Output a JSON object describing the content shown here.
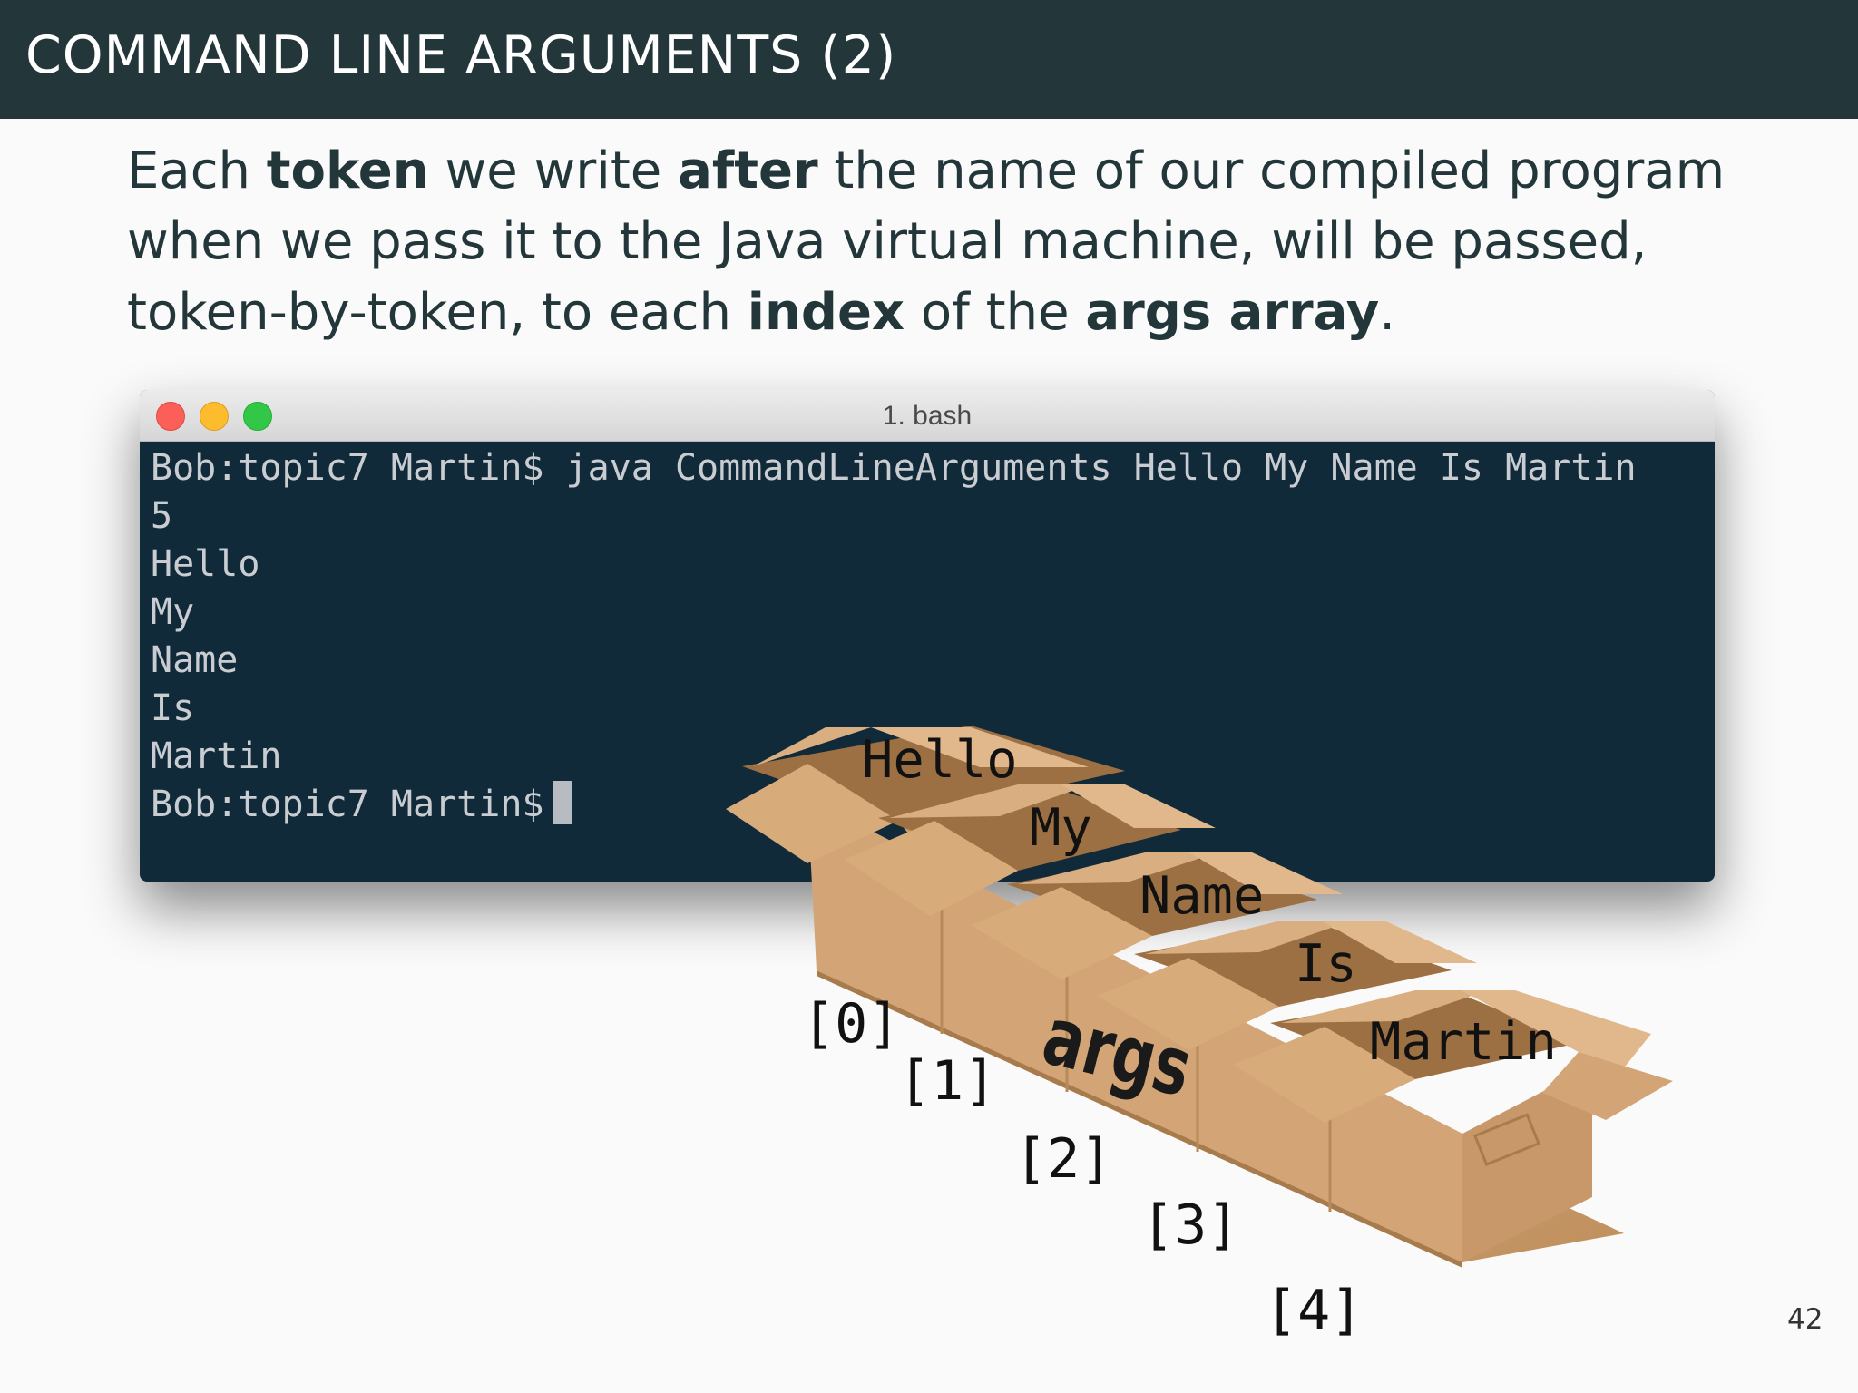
{
  "slide": {
    "title": "COMMAND LINE ARGUMENTS (2)",
    "paragraph": {
      "line1": {
        "t1": "Each ",
        "b1": "token",
        "t2": " we write ",
        "b2": "after",
        "t3": " the name of our compiled program"
      },
      "line2": {
        "t1": "when we pass it to the Java virtual machine, will be passed,"
      },
      "line3": {
        "t1": "token-by-token, to each ",
        "b1": "index",
        "t2": " of the ",
        "b2": "args array",
        "t3": "."
      }
    },
    "page_number": "42"
  },
  "terminal": {
    "title": "1. bash",
    "lines": [
      "Bob:topic7 Martin$ java CommandLineArguments Hello My Name Is Martin",
      "5",
      "Hello",
      "My",
      "Name",
      "Is",
      "Martin",
      "Bob:topic7 Martin$"
    ]
  },
  "array_diagram": {
    "name": "args",
    "values": [
      "Hello",
      "My",
      "Name",
      "Is",
      "Martin"
    ],
    "indices": [
      "[0]",
      "[1]",
      "[2]",
      "[3]",
      "[4]"
    ]
  },
  "colors": {
    "header_bg": "#23373b",
    "terminal_bg": "#102a3a",
    "box": "#d6a879"
  }
}
